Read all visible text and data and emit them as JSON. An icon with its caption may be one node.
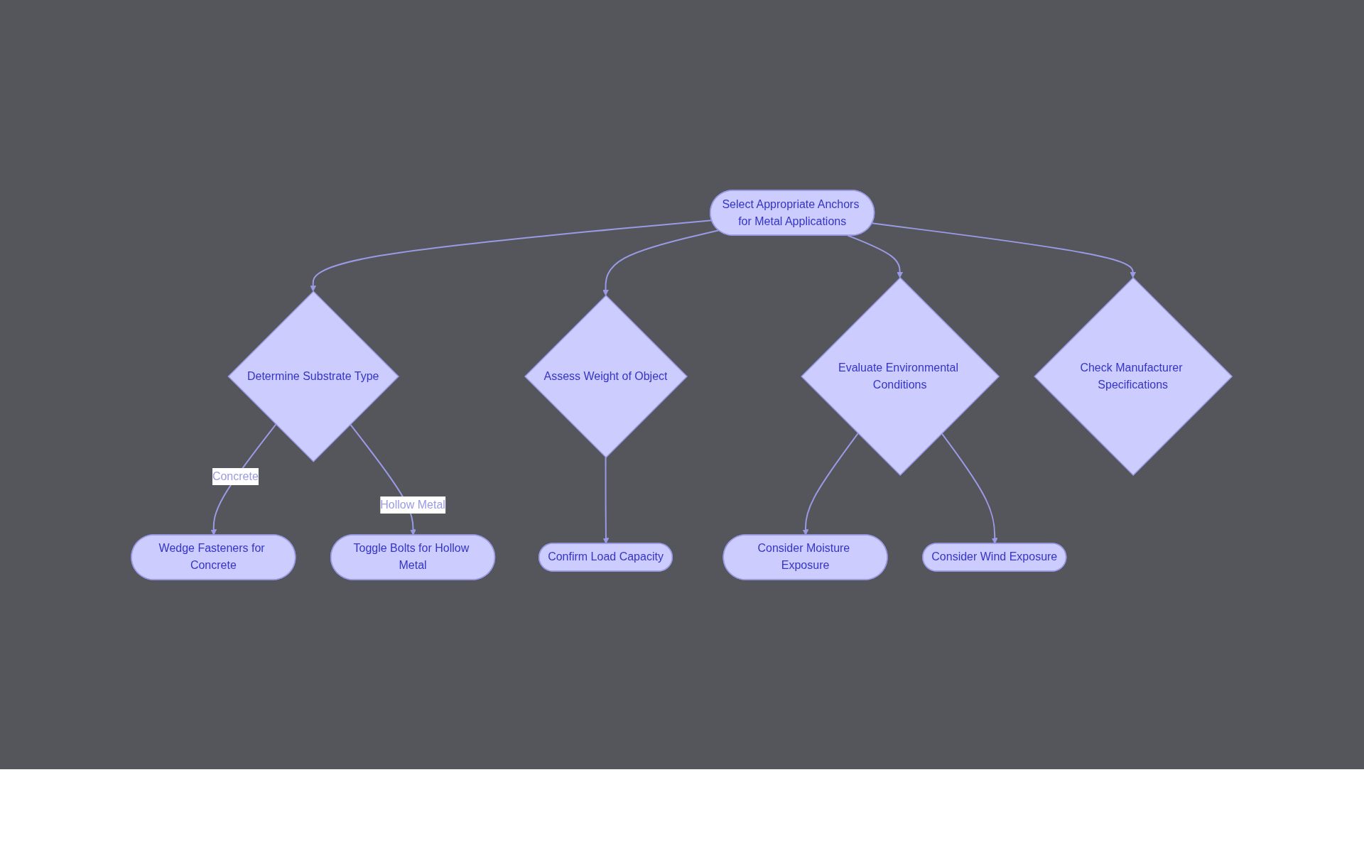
{
  "diagram": {
    "nodes": [
      {
        "text": [
          "Select Appropriate Anchors for Metal Applications"
        ]
      },
      {
        "text": [
          "Determine Substrate Type"
        ]
      },
      {
        "text": [
          "Assess Weight of Object"
        ]
      },
      {
        "text": [
          "Evaluate Environmental Conditions"
        ]
      },
      {
        "text": [
          "Check Manufacturer Specifications"
        ]
      },
      {
        "text": [
          "Wedge Fasteners for Concrete"
        ]
      },
      {
        "text": [
          "Toggle Bolts for Hollow Metal"
        ]
      },
      {
        "text": [
          "Confirm Load Capacity"
        ]
      },
      {
        "text": [
          "Consider Moisture Exposure"
        ]
      },
      {
        "text": [
          "Consider Wind Exposure"
        ]
      }
    ],
    "edges": [
      {
        "from": 0,
        "to": 1,
        "arrow": "to"
      },
      {
        "from": 0,
        "to": 2,
        "arrow": "to"
      },
      {
        "from": 0,
        "to": 3,
        "arrow": "to"
      },
      {
        "from": 0,
        "to": 4,
        "arrow": "to"
      },
      {
        "from": 1,
        "to": 5,
        "label": "Concrete",
        "arrow": "to"
      },
      {
        "from": 1,
        "to": 6,
        "label": "Hollow Metal",
        "arrow": "to"
      },
      {
        "from": 2,
        "to": 7,
        "arrow": "to"
      },
      {
        "from": 3,
        "to": 8,
        "arrow": "to"
      },
      {
        "from": 3,
        "to": 9,
        "arrow": "to"
      }
    ]
  }
}
